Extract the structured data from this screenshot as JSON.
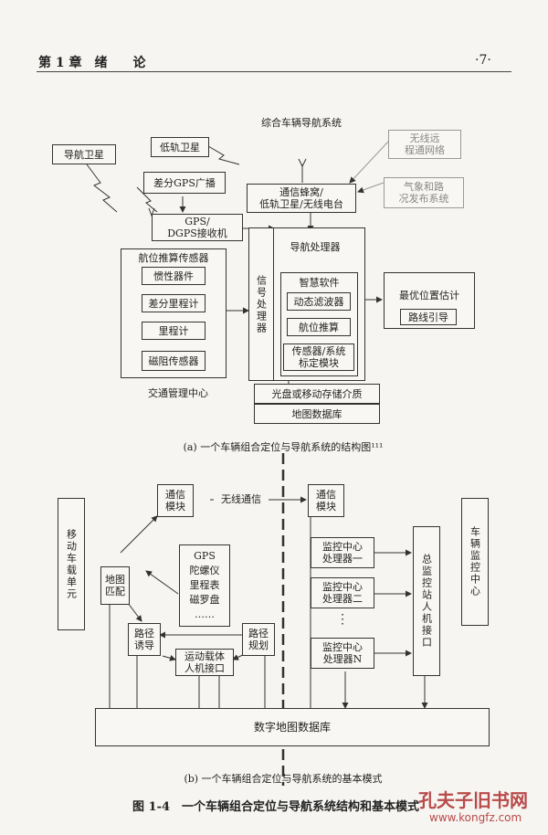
{
  "header": {
    "chapter": "第 1 章　绪　　论",
    "page": "·7·"
  },
  "fig_a": {
    "title": "综合车辆导航系统",
    "nav_sat": "导航卫星",
    "low_orbit": "低轨卫星",
    "dgps_bc": "差分GPS广播",
    "gps_rx": [
      "GPS/",
      "DGPS接收机"
    ],
    "comm": [
      "通信蜂窝/",
      "低轨卫星/无线电台"
    ],
    "wireless": [
      "无线远",
      "程通网络"
    ],
    "weather": [
      "气象和路",
      "况发布系统"
    ],
    "dr_sensor": "航位推算传感器",
    "inertial": "惯性器件",
    "diff_odo": "差分里程计",
    "odo": "里程计",
    "mag": "磁阻传感器",
    "signal_proc": "信号处理器",
    "nav_proc": "导航处理器",
    "smart_sw": "智慧软件",
    "kalman": "动态滤波器",
    "dr": "航位推算",
    "calib": [
      "传感器/系统",
      "标定模块"
    ],
    "best_pos": "最优位置估计",
    "route_guide": "路线引导",
    "storage": "光盘或移动存储介质",
    "mapdb": "地图数据库",
    "traffic": "交通管理中心",
    "caption": "(a) 一个车辆组合定位与导航系统的结构图¹¹¹"
  },
  "fig_b": {
    "mobile_unit": "移动车载单元",
    "comm_left": [
      "通信",
      "模块"
    ],
    "wireless_comm": "无线通信",
    "comm_right": [
      "通信",
      "模块"
    ],
    "map_match": [
      "地图",
      "匹配"
    ],
    "sensors": [
      "GPS",
      "陀螺仪",
      "里程表",
      "磁罗盘",
      "……"
    ],
    "route_guide": [
      "路径",
      "诱导"
    ],
    "route_plan": [
      "路径",
      "规划"
    ],
    "hmi": [
      "运动载体",
      "人机接口"
    ],
    "mon1": [
      "监控中心",
      "处理器一"
    ],
    "mon2": [
      "监控中心",
      "处理器二"
    ],
    "dots": "⋮",
    "monN": [
      "监控中心",
      "处理器N"
    ],
    "master": "总监控站人机接口",
    "vehicle_center": "车辆监控中心",
    "digital_map": "数字地图数据库",
    "caption": "(b) 一个车辆组合定位与导航系统的基本模式"
  },
  "figure_caption": "图 1-4　一个车辆组合定位与导航系统结构和基本模式",
  "watermark": {
    "name": "孔夫子旧书网",
    "url": "www.kongfz.com"
  }
}
